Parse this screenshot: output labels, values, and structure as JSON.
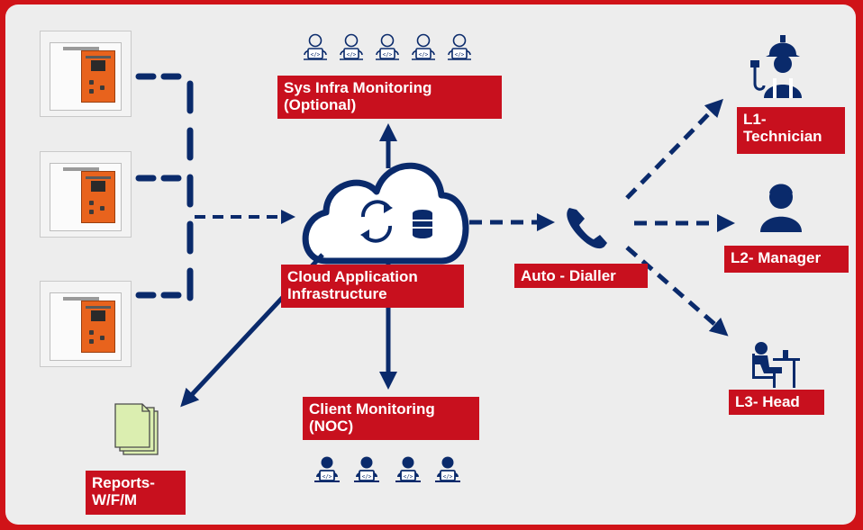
{
  "colors": {
    "frame_border": "#d01318",
    "background": "#ededed",
    "accent_red": "#c8101e",
    "navy": "#0a2a6b",
    "device_orange": "#e8631d",
    "report_paper": "#dbeeb0"
  },
  "labels": {
    "sys_infra": "Sys Infra Monitoring\n(Optional)",
    "cloud_infra": "Cloud Application\nInfrastructure",
    "client_monitoring": "Client Monitoring\n(NOC)",
    "auto_dialler": "Auto - Dialler",
    "l1": "L1-\nTechnician",
    "l2": "L2- Manager",
    "l3": "L3- Head",
    "reports": "Reports-\nW/F/M"
  },
  "icons": {
    "device": "controller-device-icon",
    "cloud": "cloud-sync-database-icon",
    "operator": "operator-laptop-icon",
    "phone": "telephone-icon",
    "technician": "technician-icon",
    "manager": "manager-icon",
    "head": "head-at-desk-icon",
    "reports": "reports-documents-icon"
  }
}
